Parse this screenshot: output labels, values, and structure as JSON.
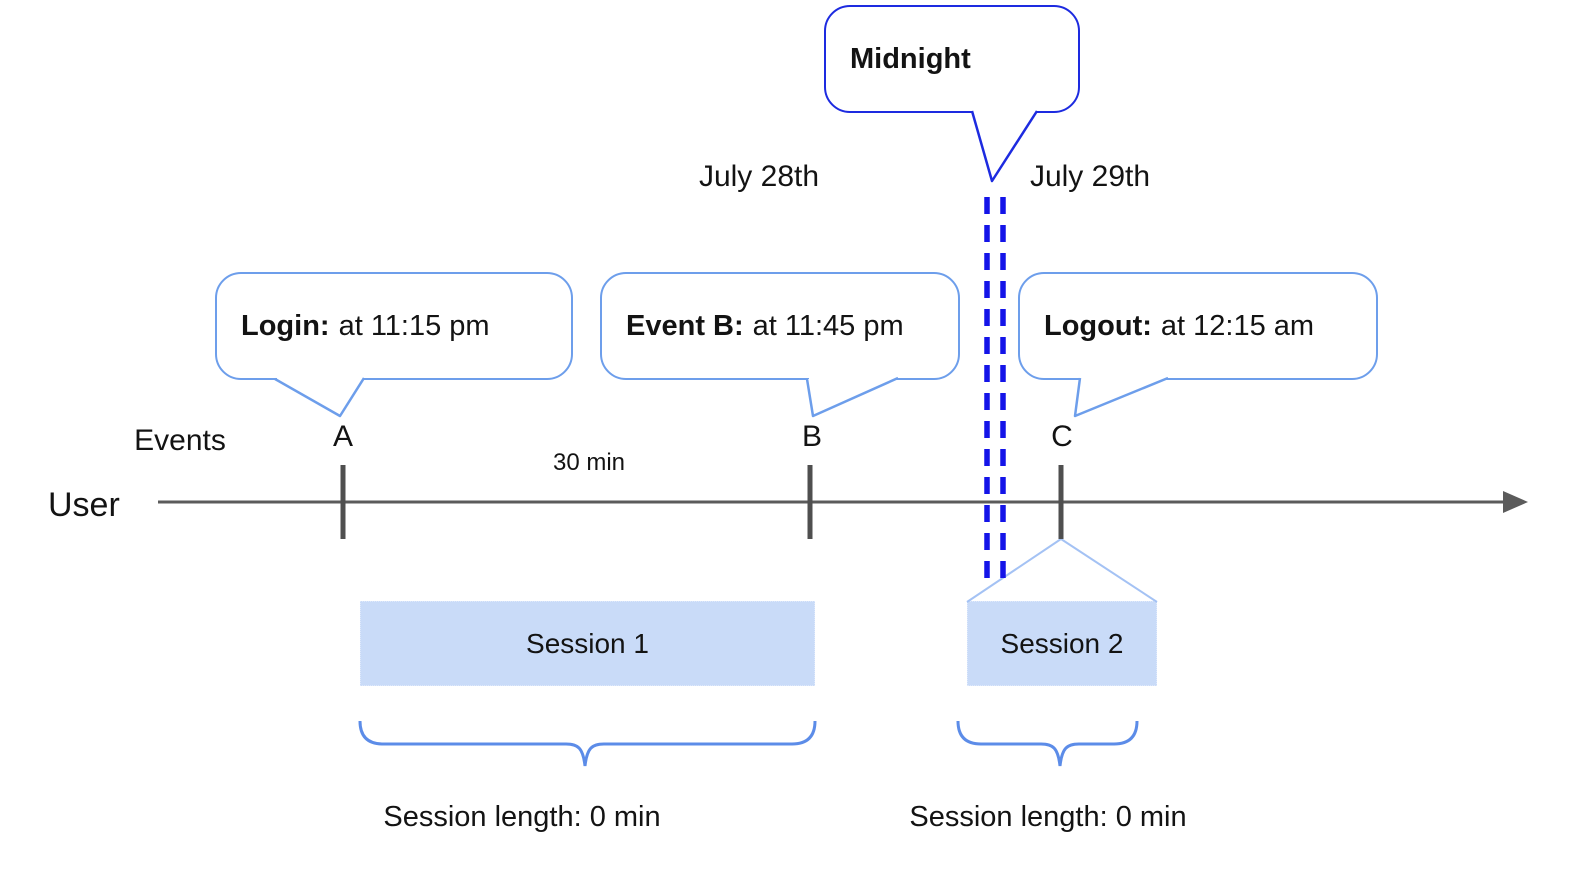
{
  "colors": {
    "dark_blue": "#1d2be0",
    "dash_blue": "#1414e8",
    "callout_blue": "#6d9eeb",
    "flare_blue": "#a4c2f4",
    "brace_blue": "#5c8ce8",
    "session_fill": "#c9dbf8",
    "axis_gray": "#5b5b5b"
  },
  "midnight_callout": {
    "label": "Midnight"
  },
  "dates": {
    "left": "July 28th",
    "right": "July 29th"
  },
  "event_callouts": [
    {
      "label": "Login:",
      "detail": "at 11:15 pm"
    },
    {
      "label": "Event B:",
      "detail": "at 11:45 pm"
    },
    {
      "label": "Logout:",
      "detail": "at 12:15 am"
    }
  ],
  "timeline": {
    "events_label": "Events",
    "axis_label": "User",
    "event_markers": [
      "A",
      "B",
      "C"
    ],
    "interval_label": "30 min"
  },
  "sessions": [
    {
      "name": "Session 1",
      "length_label": "Session length: 0 min"
    },
    {
      "name": "Session 2",
      "length_label": "Session length: 0 min"
    }
  ]
}
